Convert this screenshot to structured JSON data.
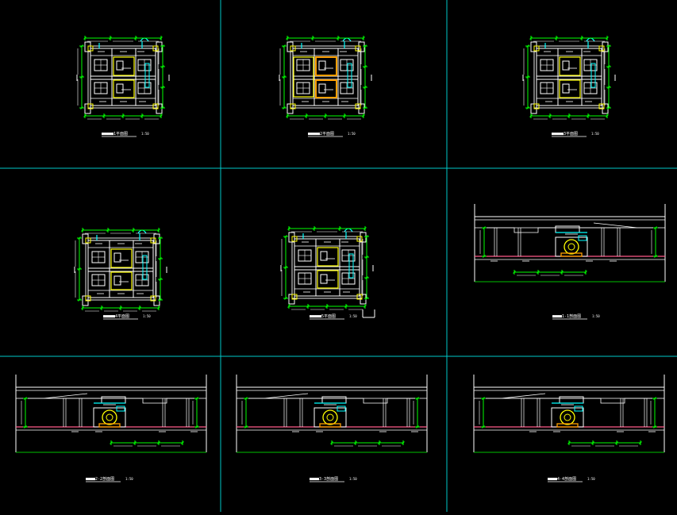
{
  "colors": {
    "background": "#000000",
    "grid": "#00c8c8",
    "wall": "#ffffff",
    "wall_alt": "#e8e8e8",
    "equipment": "#ffff00",
    "dimension": "#00ff00",
    "duct": "#00ffff",
    "floor": "#ff5a8a",
    "annotation": "#ffffff",
    "accent": "#ffa000"
  },
  "panels": [
    {
      "type": "plan",
      "variant": "a",
      "title": "■■■■■1平面图",
      "scale": "1:50"
    },
    {
      "type": "plan",
      "variant": "b",
      "title": "■■■■■2平面图",
      "scale": "1:50"
    },
    {
      "type": "plan",
      "variant": "a",
      "title": "■■■■■3平面图",
      "scale": "1:50"
    },
    {
      "type": "plan",
      "variant": "a",
      "title": "■■■■■4平面图",
      "scale": "1:50"
    },
    {
      "type": "plan",
      "variant": "c",
      "title": "■■■■■5平面图",
      "scale": "1:50"
    },
    {
      "type": "section",
      "variant": "r",
      "title": "■■■■1-1剖面图",
      "scale": "1:50"
    },
    {
      "type": "section",
      "variant": "l",
      "title": "■■■■2-2剖面图",
      "scale": "1:50"
    },
    {
      "type": "section",
      "variant": "l",
      "title": "■■■■3-3剖面图",
      "scale": "1:50"
    },
    {
      "type": "section",
      "variant": "l",
      "title": "■■■■4-4剖面图",
      "scale": "1:50"
    }
  ]
}
